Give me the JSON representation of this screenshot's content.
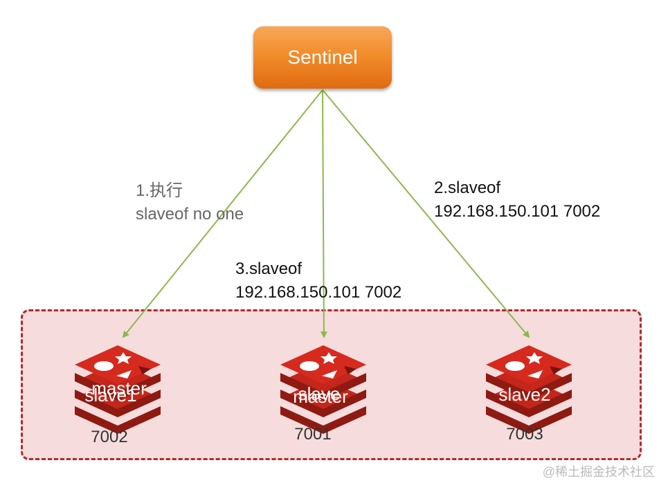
{
  "sentinel": {
    "label": "Sentinel"
  },
  "steps": [
    {
      "line1": "1.执行",
      "line2": "slaveof no one"
    },
    {
      "line1": "2.slaveof",
      "line2": "192.168.150.101 7002"
    },
    {
      "line1": "3.slaveof",
      "line2": "192.168.150.101 7002"
    }
  ],
  "nodes": [
    {
      "label_a": "slave1",
      "label_b": "master",
      "port": "7002"
    },
    {
      "label_a": "slave",
      "label_b": "master",
      "port": "7001"
    },
    {
      "label_a": "slave2",
      "port": "7003"
    }
  ],
  "watermark": "@稀土掘金技术社区",
  "colors": {
    "arrow": "#8db84a",
    "redis": "#d62a1e",
    "sentinel": "#f28d2c",
    "cluster_border": "#b5262b",
    "cluster_fill": "#f6dcdc"
  }
}
